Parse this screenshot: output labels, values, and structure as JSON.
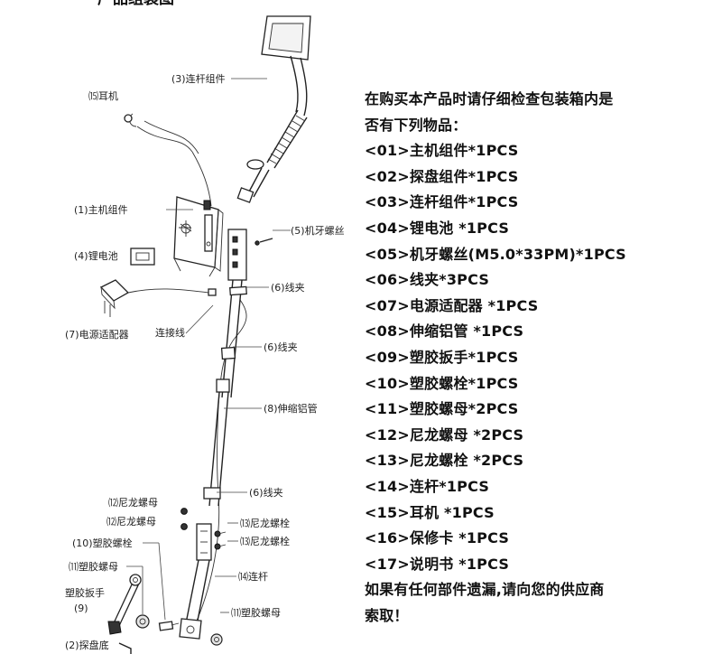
{
  "header": {
    "title": "产品组装图"
  },
  "diagram": {
    "labels": {
      "linkage": "(3)连杆组件",
      "earphone": "⒂耳机",
      "main_unit": "(1)主机组件",
      "battery": "(4)锂电池",
      "screw": "(5)机牙螺丝",
      "clip_top": "(6)线夹",
      "adapter": "(7)电源适配器",
      "cable": "连接线",
      "clip_mid": "(6)线夹",
      "tube": "(8)伸缩铝管",
      "clip_low": "(6)线夹",
      "nylon_nut_1": "⑿尼龙螺母",
      "nylon_nut_2": "⑿尼龙螺母",
      "nylon_bolt_1": "⒀尼龙螺栓",
      "nylon_bolt_2": "⒀尼龙螺栓",
      "plastic_bolt": "(10)塑胶螺栓",
      "plastic_nut_left": "⑾塑胶螺母",
      "rod": "⒁连杆",
      "wrench": "塑胶扳手",
      "wrench_num": "(9)",
      "plastic_nut_right": "⑾塑胶螺母",
      "search_coil": "(2)探盘底"
    }
  },
  "checklist": {
    "lines": [
      "在购买本产品时请仔细检查包装箱内是",
      "否有下列物品：",
      "<01>主机组件*1PCS",
      "<02>探盘组件*1PCS",
      "<03>连杆组件*1PCS",
      "<04>锂电池 *1PCS",
      "<05>机牙螺丝(M5.0*33PM)*1PCS",
      "<06>线夹*3PCS",
      "<07>电源适配器 *1PCS",
      "<08>伸缩铝管 *1PCS",
      "<09>塑胶扳手*1PCS",
      "<10>塑胶螺栓*1PCS",
      "<11>塑胶螺母*2PCS",
      "<12>尼龙螺母 *2PCS",
      "<13>尼龙螺栓 *2PCS",
      "<14>连杆*1PCS",
      "<15>耳机 *1PCS",
      "<16>保修卡 *1PCS",
      "<17>说明书 *1PCS",
      "如果有任何部件遗漏,请向您的供应商",
      "索取！"
    ]
  }
}
